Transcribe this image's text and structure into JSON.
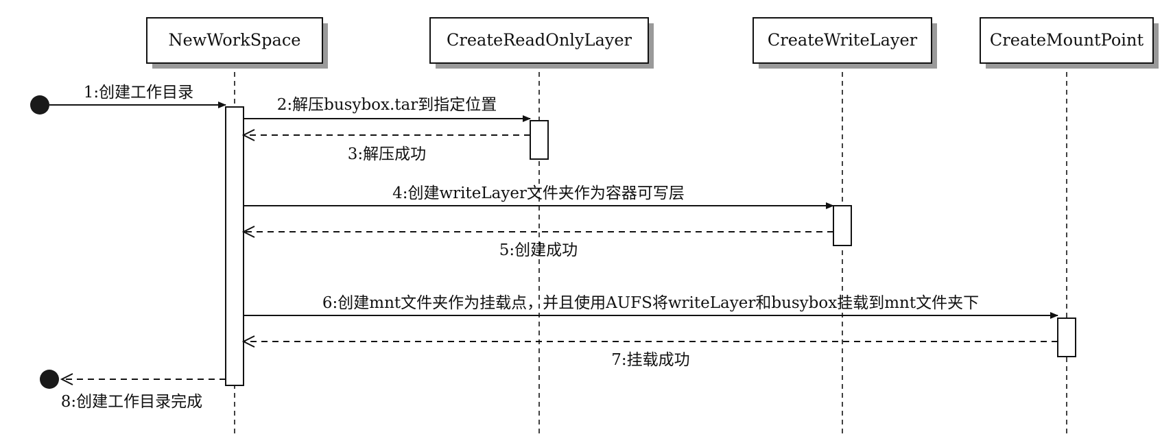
{
  "participants": [
    {
      "id": "NewWorkSpace",
      "label": "NewWorkSpace"
    },
    {
      "id": "CreateReadOnlyLayer",
      "label": "CreateReadOnlyLayer"
    },
    {
      "id": "CreateWriteLayer",
      "label": "CreateWriteLayer"
    },
    {
      "id": "CreateMountPoint",
      "label": "CreateMountPoint"
    }
  ],
  "messages": [
    {
      "number": 1,
      "label": "1:创建工作目录",
      "from": "start",
      "to": "NewWorkSpace",
      "kind": "call"
    },
    {
      "number": 2,
      "label": "2:解压busybox.tar到指定位置",
      "from": "NewWorkSpace",
      "to": "CreateReadOnlyLayer",
      "kind": "call"
    },
    {
      "number": 3,
      "label": "3:解压成功",
      "from": "CreateReadOnlyLayer",
      "to": "NewWorkSpace",
      "kind": "return"
    },
    {
      "number": 4,
      "label": "4:创建writeLayer文件夹作为容器可写层",
      "from": "NewWorkSpace",
      "to": "CreateWriteLayer",
      "kind": "call"
    },
    {
      "number": 5,
      "label": "5:创建成功",
      "from": "CreateWriteLayer",
      "to": "NewWorkSpace",
      "kind": "return"
    },
    {
      "number": 6,
      "label": "6:创建mnt文件夹作为挂载点，并且使用AUFS将writeLayer和busybox挂载到mnt文件夹下",
      "from": "NewWorkSpace",
      "to": "CreateMountPoint",
      "kind": "call"
    },
    {
      "number": 7,
      "label": "7:挂载成功",
      "from": "CreateMountPoint",
      "to": "NewWorkSpace",
      "kind": "return"
    },
    {
      "number": 8,
      "label": "8:创建工作目录完成",
      "from": "NewWorkSpace",
      "to": "end",
      "kind": "return"
    }
  ]
}
